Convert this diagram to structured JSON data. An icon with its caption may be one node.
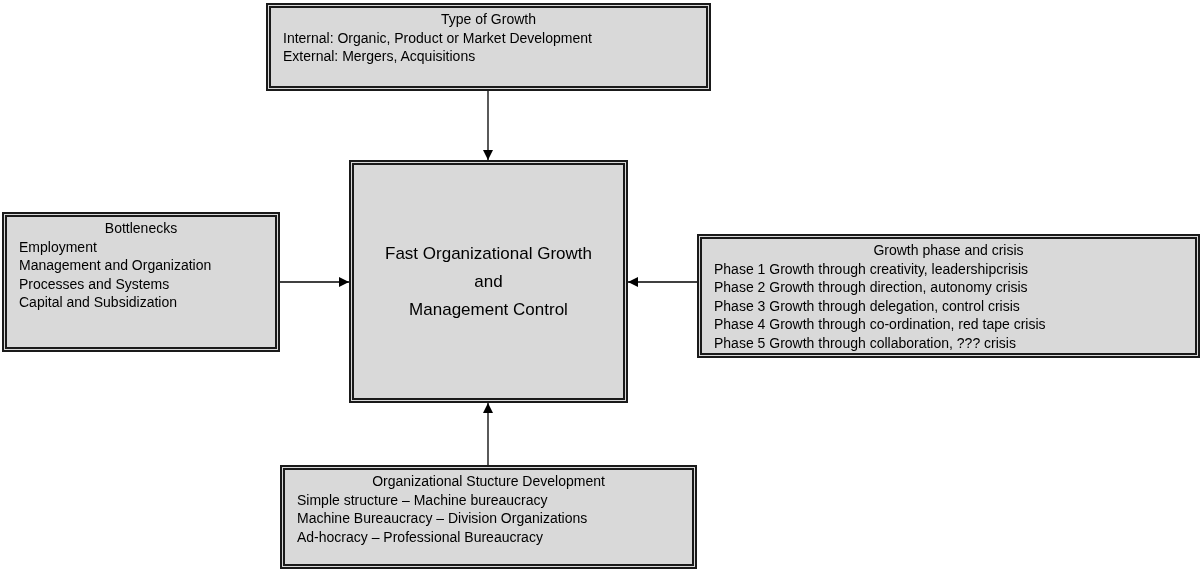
{
  "diagram": {
    "nodes": [
      {
        "text": [
          "Type of Growth",
          "Internal: Organic, Product or Market Development",
          "External: Mergers, Acquisitions"
        ]
      },
      {
        "text": [
          "Fast Organizational Growth",
          "and",
          "Management Control"
        ]
      },
      {
        "text": [
          "Bottlenecks",
          "Employment",
          "Management and Organization",
          "Processes and Systems",
          "Capital and Subsidization"
        ]
      },
      {
        "text": [
          "Growth phase and crisis",
          "Phase 1 Growth through creativity, leadershipcrisis",
          "Phase 2 Growth through direction, autonomy crisis",
          "Phase 3 Growth through delegation, control crisis",
          "Phase 4 Growth through co-ordination, red tape crisis",
          "Phase 5 Growth through collaboration, ??? crisis"
        ]
      },
      {
        "text": [
          "Organizational Stucture Development",
          "Simple structure – Machine bureaucracy",
          "Machine Bureaucracy – Division Organizations",
          "Ad-hocracy – Professional Bureaucracy"
        ]
      }
    ],
    "edges": [
      {
        "from": 0,
        "to": 1,
        "arrow": "to"
      },
      {
        "from": 2,
        "to": 1,
        "arrow": "to"
      },
      {
        "from": 3,
        "to": 1,
        "arrow": "to"
      },
      {
        "from": 4,
        "to": 1,
        "arrow": "to"
      }
    ]
  }
}
